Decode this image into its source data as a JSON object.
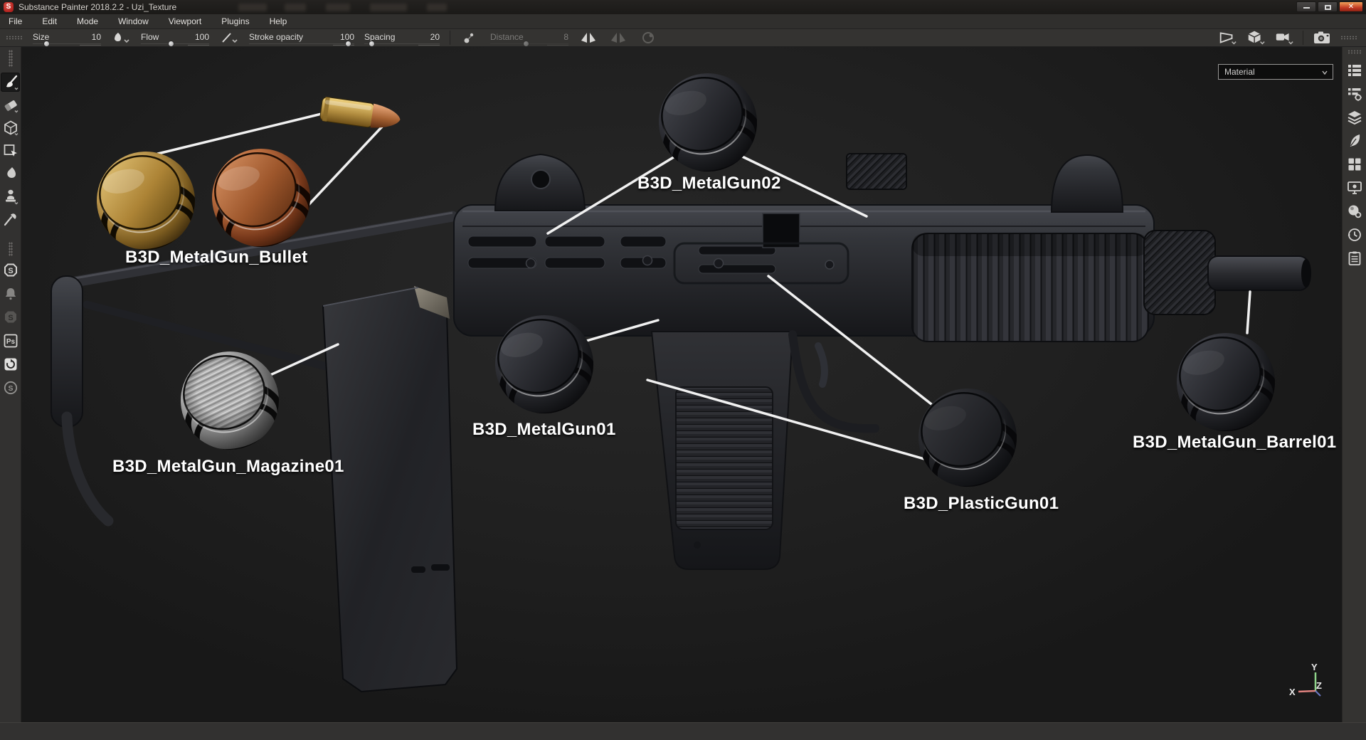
{
  "window": {
    "title": "Substance Painter 2018.2.2 - Uzi_Texture",
    "controls": {
      "minimize": "minimize",
      "maximize": "maximize",
      "close": "✕"
    }
  },
  "menu": {
    "items": [
      "File",
      "Edit",
      "Mode",
      "Window",
      "Viewport",
      "Plugins",
      "Help"
    ]
  },
  "toolbar": {
    "fields": [
      {
        "label": "Size",
        "value": "10",
        "disabled": false
      },
      {
        "label": "Flow",
        "value": "100",
        "disabled": false
      },
      {
        "label": "Stroke opacity",
        "value": "100",
        "disabled": false
      },
      {
        "label": "Spacing",
        "value": "20",
        "disabled": false
      },
      {
        "label": "Distance",
        "value": "8",
        "disabled": true
      }
    ],
    "icons": [
      "brush-tip",
      "stroke-line",
      "lazy-mouse",
      "mirror-symmetry",
      "mirror-symmetry-alt",
      "radial-symmetry",
      "perspective-view",
      "solo-mesh-view",
      "camera-view",
      "screenshot-camera"
    ]
  },
  "left_toolbar": {
    "tools": [
      "paint",
      "eraser",
      "projection",
      "polygon-fill",
      "smudge",
      "clone",
      "material-picker"
    ],
    "plugins": [
      {
        "name": "substance-share",
        "label": "S"
      },
      {
        "name": "notifications",
        "label": ""
      },
      {
        "name": "substance-source",
        "label": "S"
      },
      {
        "name": "photoshop-export",
        "label": "Ps"
      },
      {
        "name": "resources-updater",
        "label": ""
      },
      {
        "name": "substance-link",
        "label": "S"
      }
    ]
  },
  "right_toolbar": {
    "panels": [
      "texture-set-list",
      "texture-set-settings",
      "layers",
      "brush-settings",
      "shelf",
      "display-settings",
      "shader-settings",
      "history",
      "log"
    ]
  },
  "viewport": {
    "material_mode": {
      "label": "Material"
    },
    "materials": [
      {
        "label": "B3D_MetalGun_Bullet",
        "type": "brass-and-copper"
      },
      {
        "label": "B3D_MetalGun02",
        "type": "dark-metal"
      },
      {
        "label": "B3D_MetalGun01",
        "type": "dark-metal"
      },
      {
        "label": "B3D_MetalGun_Magazine01",
        "type": "brushed-metal"
      },
      {
        "label": "B3D_PlasticGun01",
        "type": "matte-plastic"
      },
      {
        "label": "B3D_MetalGun_Barrel01",
        "type": "dark-metal"
      }
    ],
    "axis": {
      "x": "X",
      "y": "Y",
      "z": "Z"
    }
  },
  "colors": {
    "label_text": "#ffffff",
    "connector_line": "#f1f1f1",
    "gold": "#c9a44c",
    "copper": "#b5734a",
    "dark_metal": "#2a2b30",
    "brushed_metal": "#b0b0b0",
    "plastic": "#26272a",
    "axis_x": "#e0827f",
    "axis_y": "#8fd48b",
    "axis_z": "#6b79c4",
    "close_button": "#c33a24"
  }
}
